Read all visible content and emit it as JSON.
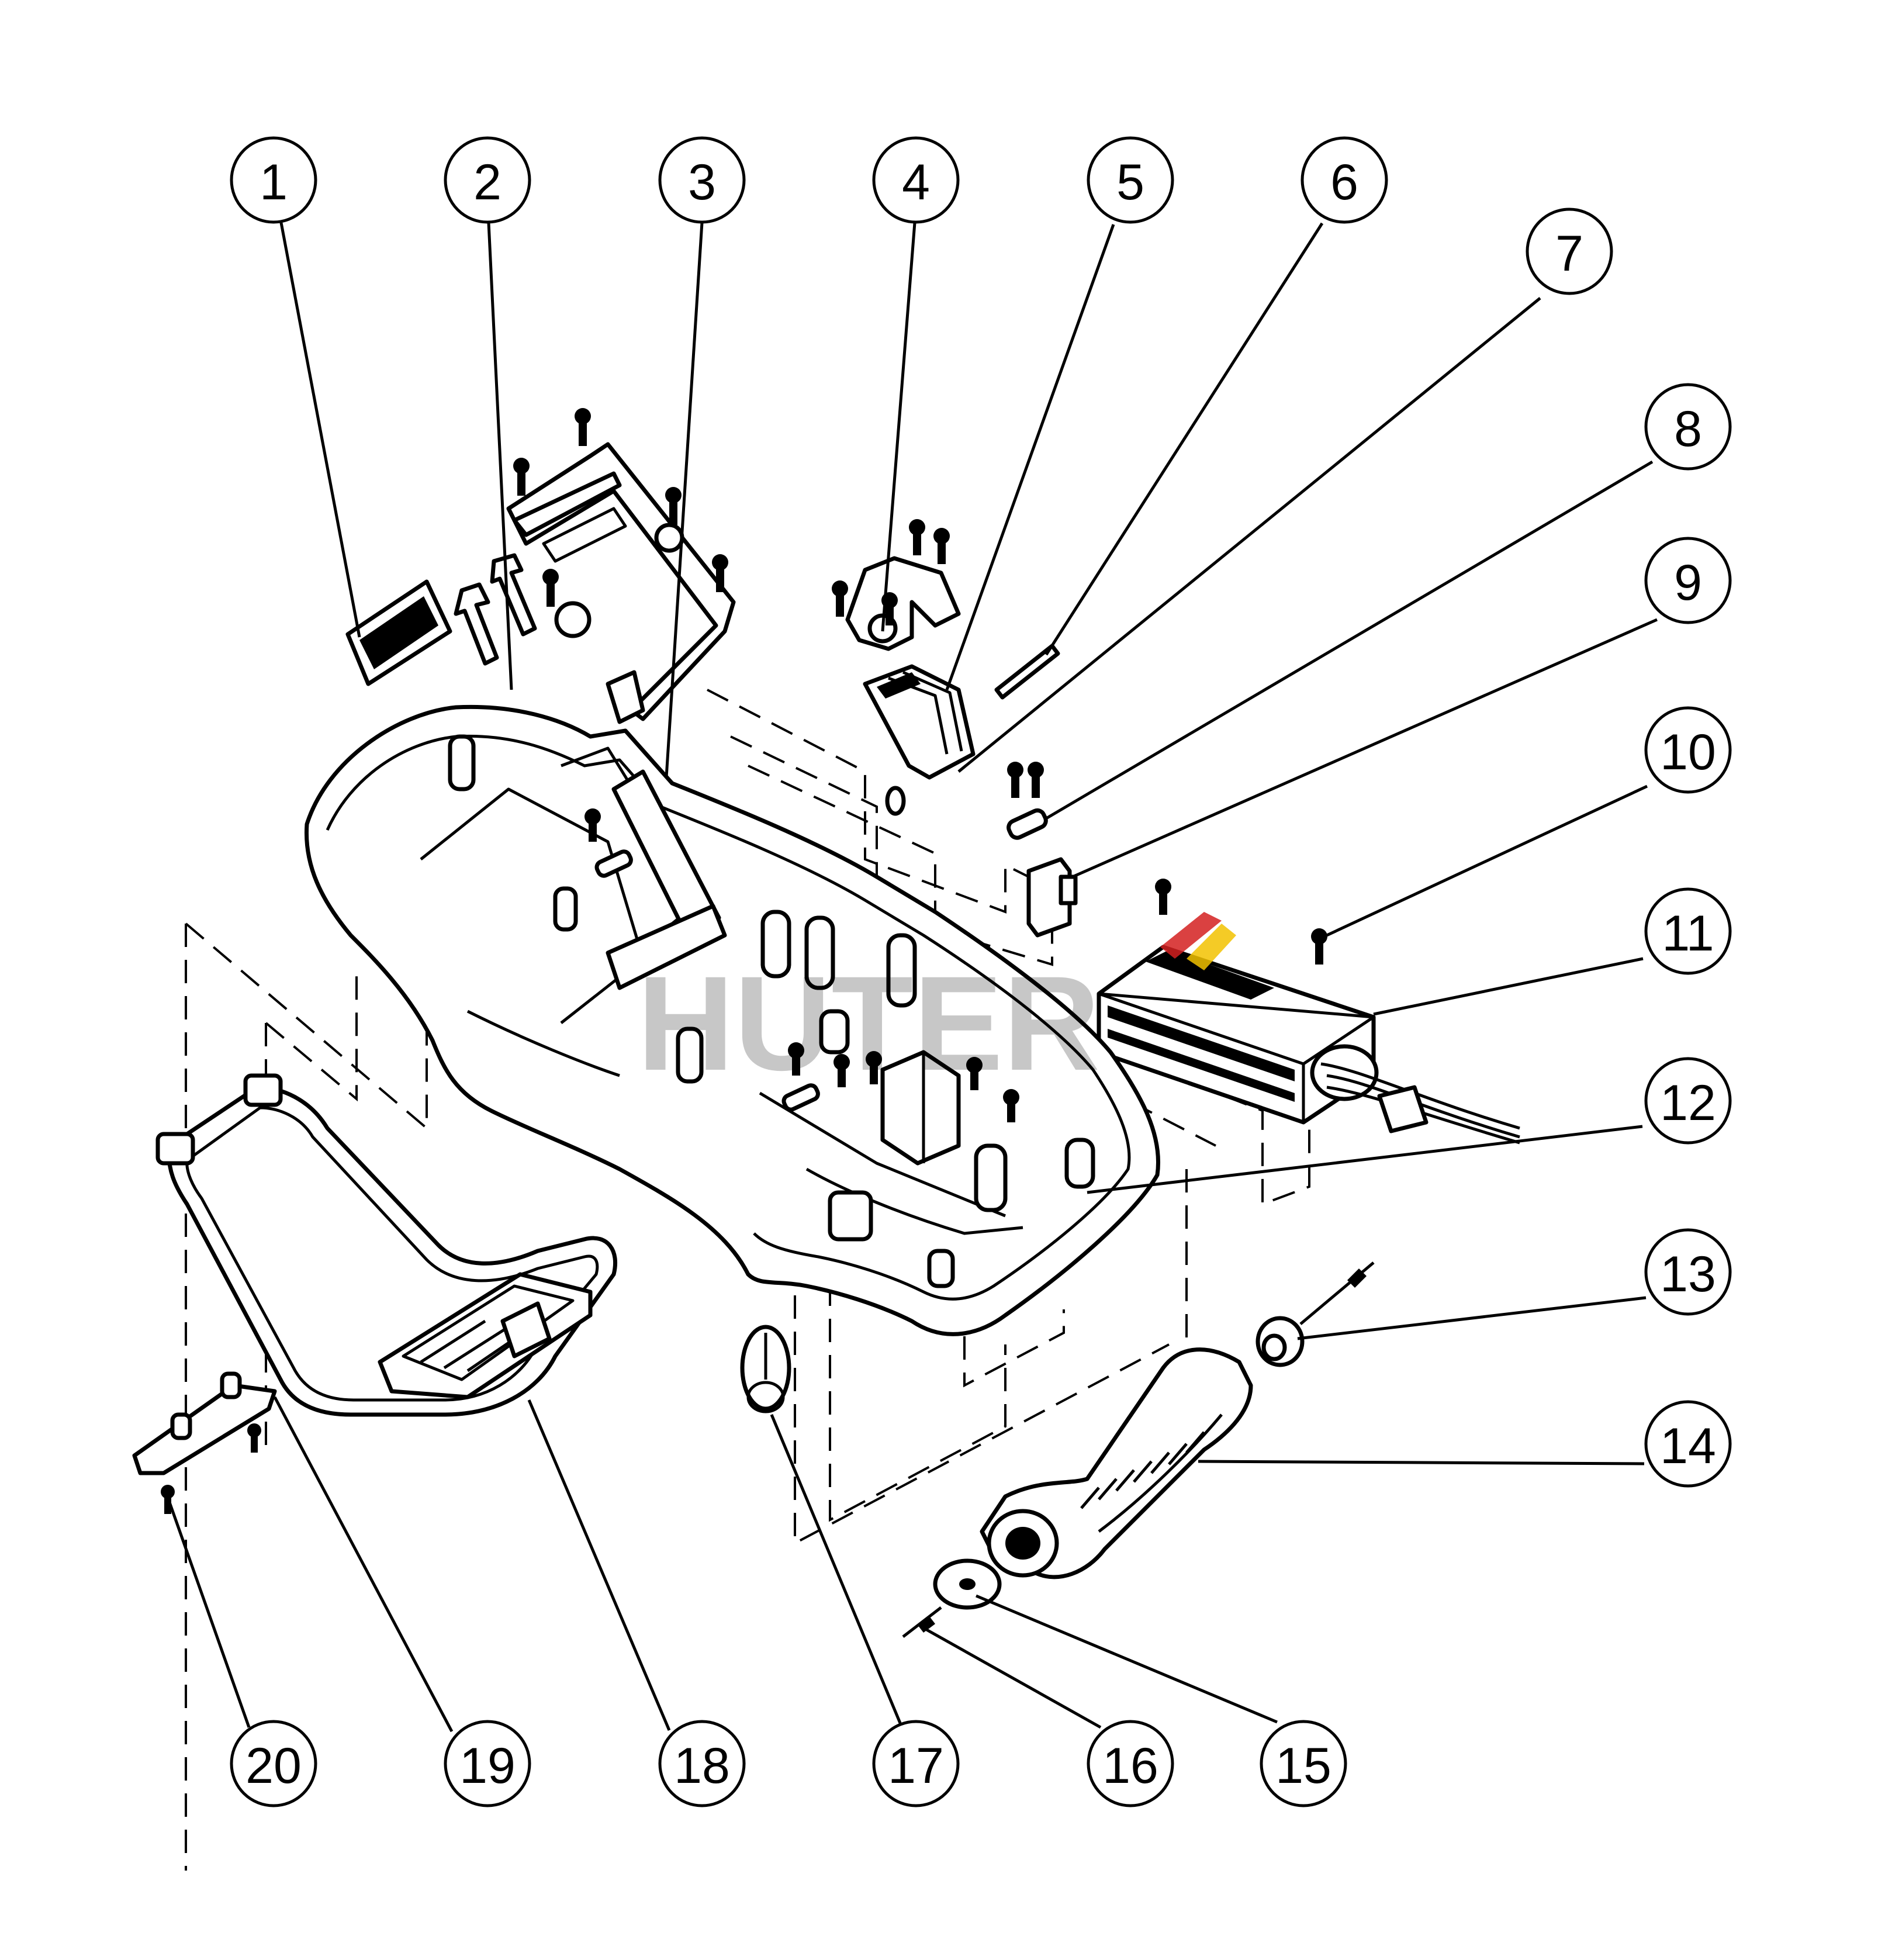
{
  "diagram": {
    "type": "exploded-parts-diagram",
    "watermark": {
      "text": "HUTER",
      "colors": {
        "red": "#d42020",
        "yellow": "#f2c200",
        "grey": "#8c8c8c"
      }
    },
    "callouts": [
      {
        "number": "1"
      },
      {
        "number": "2"
      },
      {
        "number": "3"
      },
      {
        "number": "4"
      },
      {
        "number": "5"
      },
      {
        "number": "6"
      },
      {
        "number": "7"
      },
      {
        "number": "8"
      },
      {
        "number": "9"
      },
      {
        "number": "10"
      },
      {
        "number": "11"
      },
      {
        "number": "12"
      },
      {
        "number": "13"
      },
      {
        "number": "14"
      },
      {
        "number": "15"
      },
      {
        "number": "16"
      },
      {
        "number": "17"
      },
      {
        "number": "18"
      },
      {
        "number": "19"
      },
      {
        "number": "20"
      }
    ]
  }
}
